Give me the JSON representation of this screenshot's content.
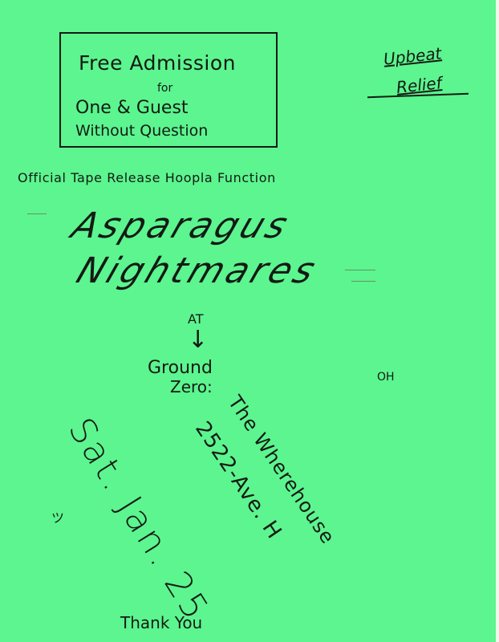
{
  "flyer": {
    "admission": {
      "line1": "Free Admission",
      "for": "for",
      "line2": "One & Guest",
      "line3": "Without Question"
    },
    "brand": {
      "line1": "Upbeat",
      "line2": "Relief"
    },
    "subtitle": "Official Tape Release Hoopla Function",
    "band": {
      "line1": "Asparagus",
      "line2": "Nightmares"
    },
    "location": {
      "at": "AT",
      "arrow_icon": "down-arrow-icon",
      "arrow": "↓",
      "line1": "Ground",
      "line2": "Zero:",
      "aside": "OH"
    },
    "date": "Sat. Jan. 25",
    "venue": {
      "line1": "The Wherehouse",
      "line2": "2522-Ave. H"
    },
    "doodle_icon": "sunburst-doodle-icon",
    "doodle": "ツ",
    "closing": "Thank You",
    "colors": {
      "paper": "#5cf58f",
      "ink": "#141a14"
    }
  }
}
